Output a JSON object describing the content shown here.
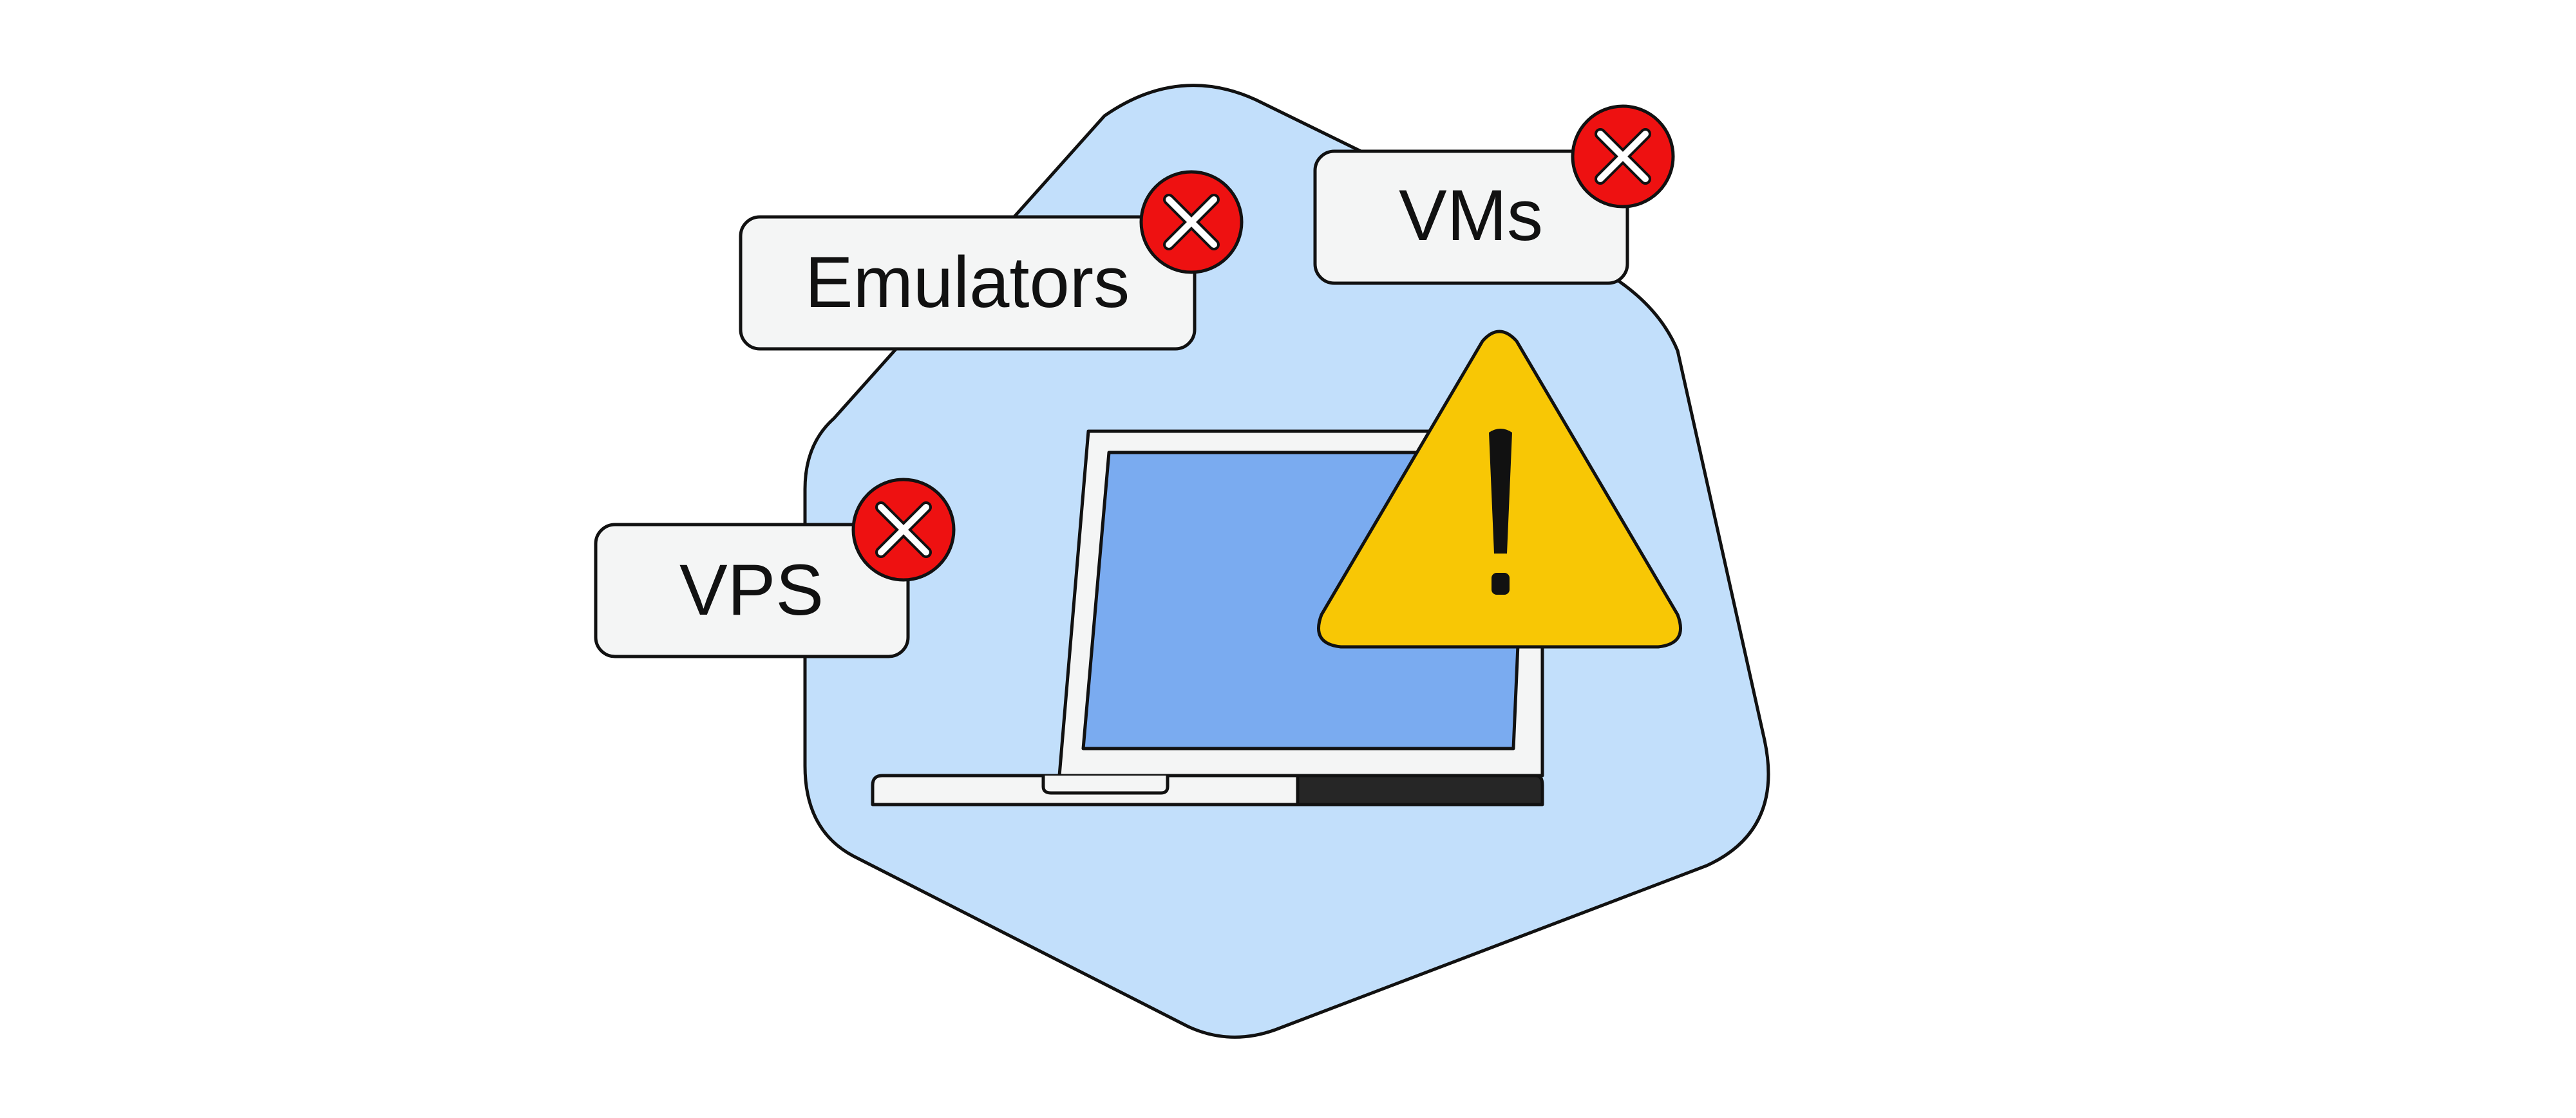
{
  "labels": {
    "emulators": "Emulators",
    "vms": "VMs",
    "vps": "VPS"
  },
  "icons": {
    "close": "close-icon",
    "warning": "warning-triangle-icon",
    "laptop": "laptop-icon"
  },
  "colors": {
    "background": "#ffffff",
    "blob": "#c2dffb",
    "laptop_screen": "#7aabf0",
    "laptop_body": "#f4f5f5",
    "laptop_base_dark": "#262626",
    "label_fill": "#f4f5f5",
    "close_badge": "#ee1111",
    "warning": "#f8c705",
    "outline": "#111111"
  }
}
